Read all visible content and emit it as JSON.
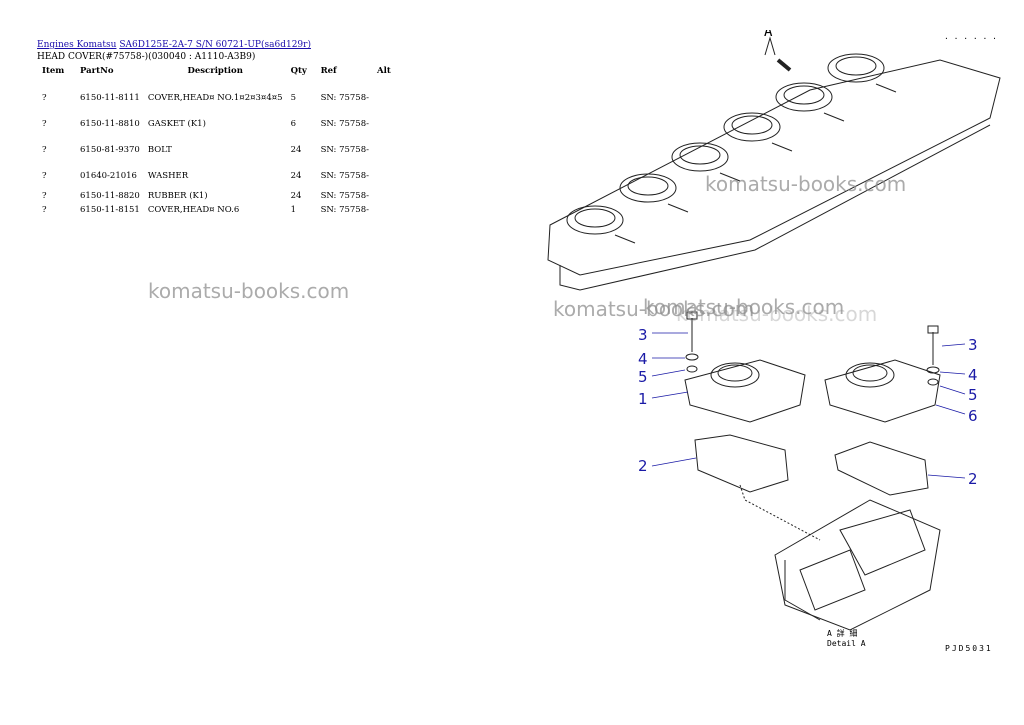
{
  "breadcrumb": {
    "link1": "Engines Komatsu",
    "link2": "SA6D125E-2A-7 S/N 60721-UP(sa6d129r)"
  },
  "subtitle": "HEAD COVER(#75758-)(030040 : A1110-A3B9)",
  "table": {
    "headers": [
      "Item",
      "PartNo",
      "Description",
      "Qty",
      "Ref",
      "Alt"
    ],
    "rows": [
      {
        "item": "?",
        "part": "6150-11-8111",
        "desc": "COVER,HEAD¤ NO.1¤2¤3¤4¤5",
        "qty": "5",
        "ref": "SN: 75758-",
        "alt": ""
      },
      {
        "item": "?",
        "part": "6150-11-8810",
        "desc": "GASKET (K1)",
        "qty": "6",
        "ref": "SN: 75758-",
        "alt": ""
      },
      {
        "item": "?",
        "part": "6150-81-9370",
        "desc": "BOLT",
        "qty": "24",
        "ref": "SN: 75758-",
        "alt": ""
      },
      {
        "item": "?",
        "part": "01640-21016",
        "desc": "WASHER",
        "qty": "24",
        "ref": "SN: 75758-",
        "alt": ""
      },
      {
        "item": "?",
        "part": "6150-11-8820",
        "desc": "RUBBER (K1)",
        "qty": "24",
        "ref": "SN: 75758-",
        "alt": ""
      },
      {
        "item": "?",
        "part": "6150-11-8151",
        "desc": "COVER,HEAD¤ NO.6",
        "qty": "1",
        "ref": "SN: 75758-",
        "alt": ""
      }
    ]
  },
  "watermarks": [
    "komatsu-books.com",
    "komatsu-books.com",
    "komatsu-books.com",
    "komatsu-books.com",
    "komatsu-books.com"
  ],
  "diagram": {
    "callouts_left": [
      "3",
      "4",
      "5",
      "1",
      "2"
    ],
    "callouts_right": [
      "3",
      "4",
      "5",
      "6",
      "2"
    ],
    "detail_marker": "A",
    "detail_label_jp": "A 詳 細",
    "detail_label": "Detail A",
    "figure_code": "PJD5031",
    "corner_dots": ". . . . . ."
  }
}
